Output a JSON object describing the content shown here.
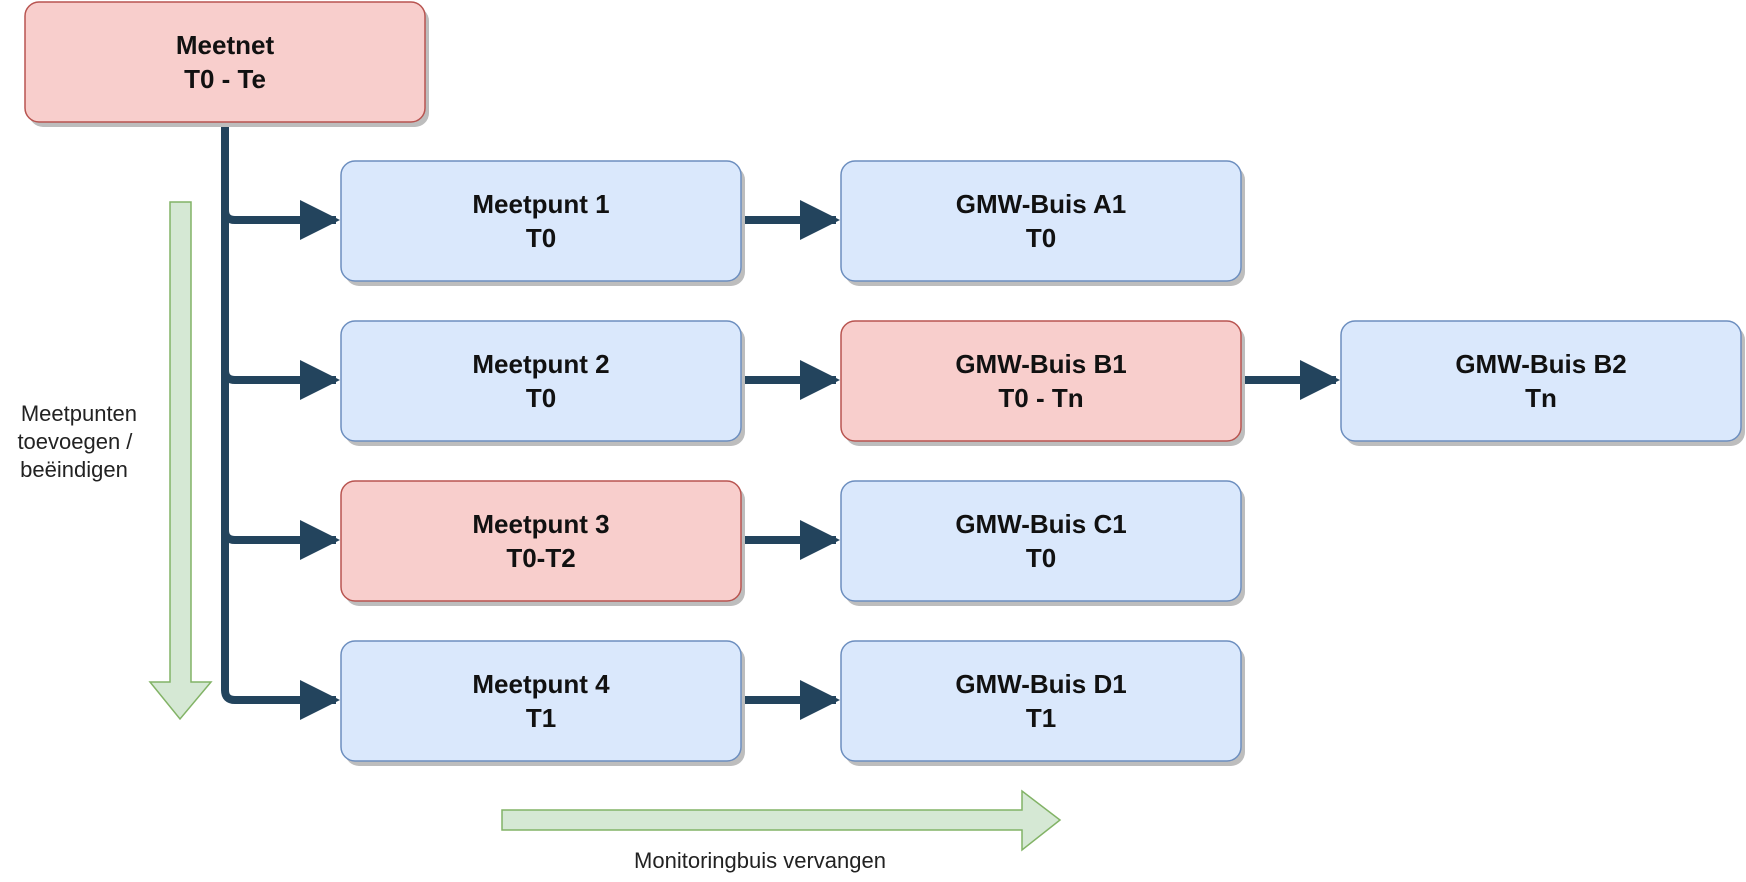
{
  "nodes": {
    "meetnet": {
      "line1": "Meetnet",
      "line2": "T0 - Te",
      "status": "ended"
    },
    "meetpunt_1": {
      "line1": "Meetpunt 1",
      "line2": "T0",
      "status": "active"
    },
    "meetpunt_2": {
      "line1": "Meetpunt 2",
      "line2": "T0",
      "status": "active"
    },
    "meetpunt_3": {
      "line1": "Meetpunt 3",
      "line2": "T0-T2",
      "status": "ended"
    },
    "meetpunt_4": {
      "line1": "Meetpunt 4",
      "line2": "T1",
      "status": "active"
    },
    "gmw_a1": {
      "line1": "GMW-Buis A1",
      "line2": "T0",
      "status": "active"
    },
    "gmw_b1": {
      "line1": "GMW-Buis B1",
      "line2": "T0 - Tn",
      "status": "ended"
    },
    "gmw_b2": {
      "line1": "GMW-Buis B2",
      "line2": "Tn",
      "status": "active"
    },
    "gmw_c1": {
      "line1": "GMW-Buis C1",
      "line2": "T0",
      "status": "active"
    },
    "gmw_d1": {
      "line1": "GMW-Buis D1",
      "line2": "T1",
      "status": "active"
    }
  },
  "annotations": {
    "vertical_note": [
      "Meetpunten",
      "toevoegen /",
      "beëindigen"
    ],
    "horizontal_note": "Monitoringbuis vervangen"
  },
  "colors": {
    "active_fill": "#dae8fc",
    "active_stroke": "#6c8ebf",
    "ended_fill": "#f8cecc",
    "ended_stroke": "#b85450",
    "connector": "#23445d",
    "guide_fill": "#d5e8d4",
    "guide_stroke": "#82b366",
    "shadow": "#bdbdbd"
  }
}
